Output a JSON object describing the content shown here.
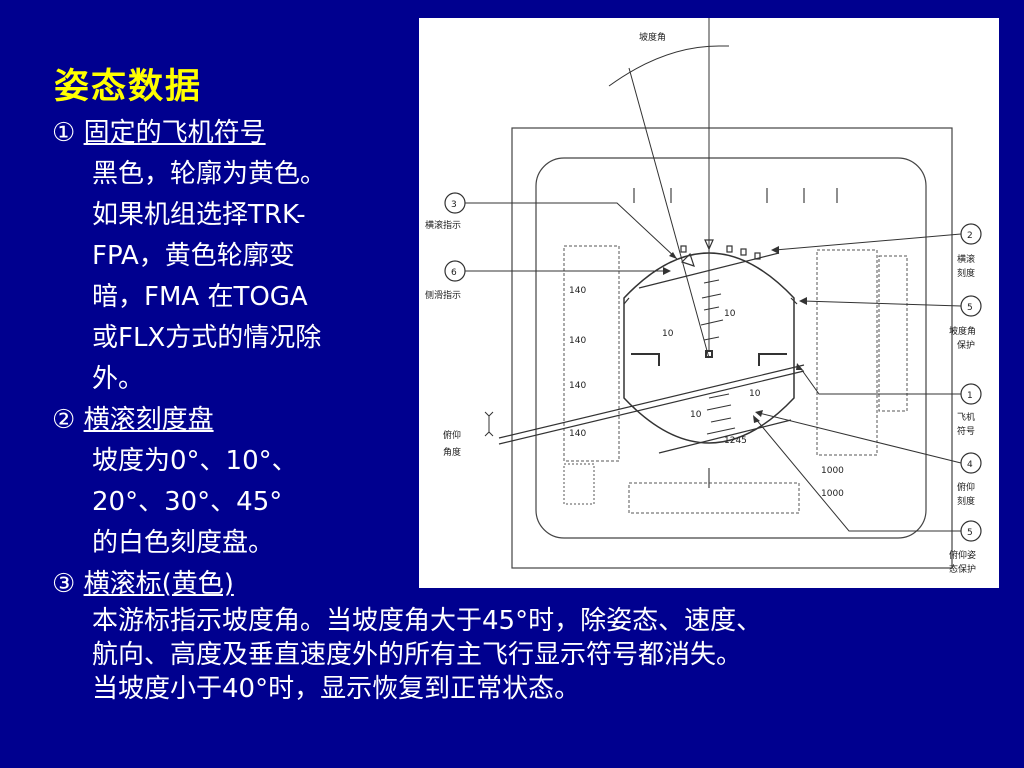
{
  "title": "姿态数据",
  "item1": {
    "marker": "①",
    "heading": "固定的飞机符号",
    "lines": [
      "黑色，轮廓为黄色。",
      "如果机组选择TRK-",
      "FPA，黄色轮廓变",
      "暗，FMA 在TOGA",
      "或FLX方式的情况除",
      "外。"
    ]
  },
  "item2": {
    "marker": "②",
    "heading": " 横滚刻度盘",
    "lines": [
      "坡度为0°、10°、",
      "20°、30°、45°",
      "的白色刻度盘。"
    ]
  },
  "item3": {
    "marker": "③",
    "heading": "横滚标(黄色)",
    "lines": [
      "本游标指示坡度角。当坡度角大于45°时，除姿态、速度、",
      "航向、高度及垂直速度外的所有主飞行显示符号都消失。",
      "当坡度小于40°时，显示恢复到正常状态。"
    ]
  },
  "figure": {
    "bank_angle_label": "坡度角",
    "pitch_angle_label": [
      "俯仰",
      "角度"
    ],
    "left_callouts": [
      {
        "num": "3",
        "text": "横滚指示"
      },
      {
        "num": "6",
        "text": "侧滑指示"
      }
    ],
    "right_callouts": [
      {
        "num": "2",
        "text": [
          "横滚",
          "刻度"
        ]
      },
      {
        "num": "5",
        "text": [
          "坡度角",
          "保护"
        ]
      },
      {
        "num": "1",
        "text": [
          "飞机",
          "符号"
        ]
      },
      {
        "num": "4",
        "text": [
          "俯仰",
          "刻度"
        ]
      },
      {
        "num": "5",
        "text": [
          "俯仰姿",
          "态保护"
        ]
      }
    ],
    "pitch_labels": [
      "10",
      "10",
      "10",
      "10"
    ],
    "altitude_readout": "1245",
    "left_tape_labels": [
      "140",
      "140",
      "140",
      "140"
    ],
    "right_tape_labels": [
      "1000",
      "1000"
    ]
  }
}
